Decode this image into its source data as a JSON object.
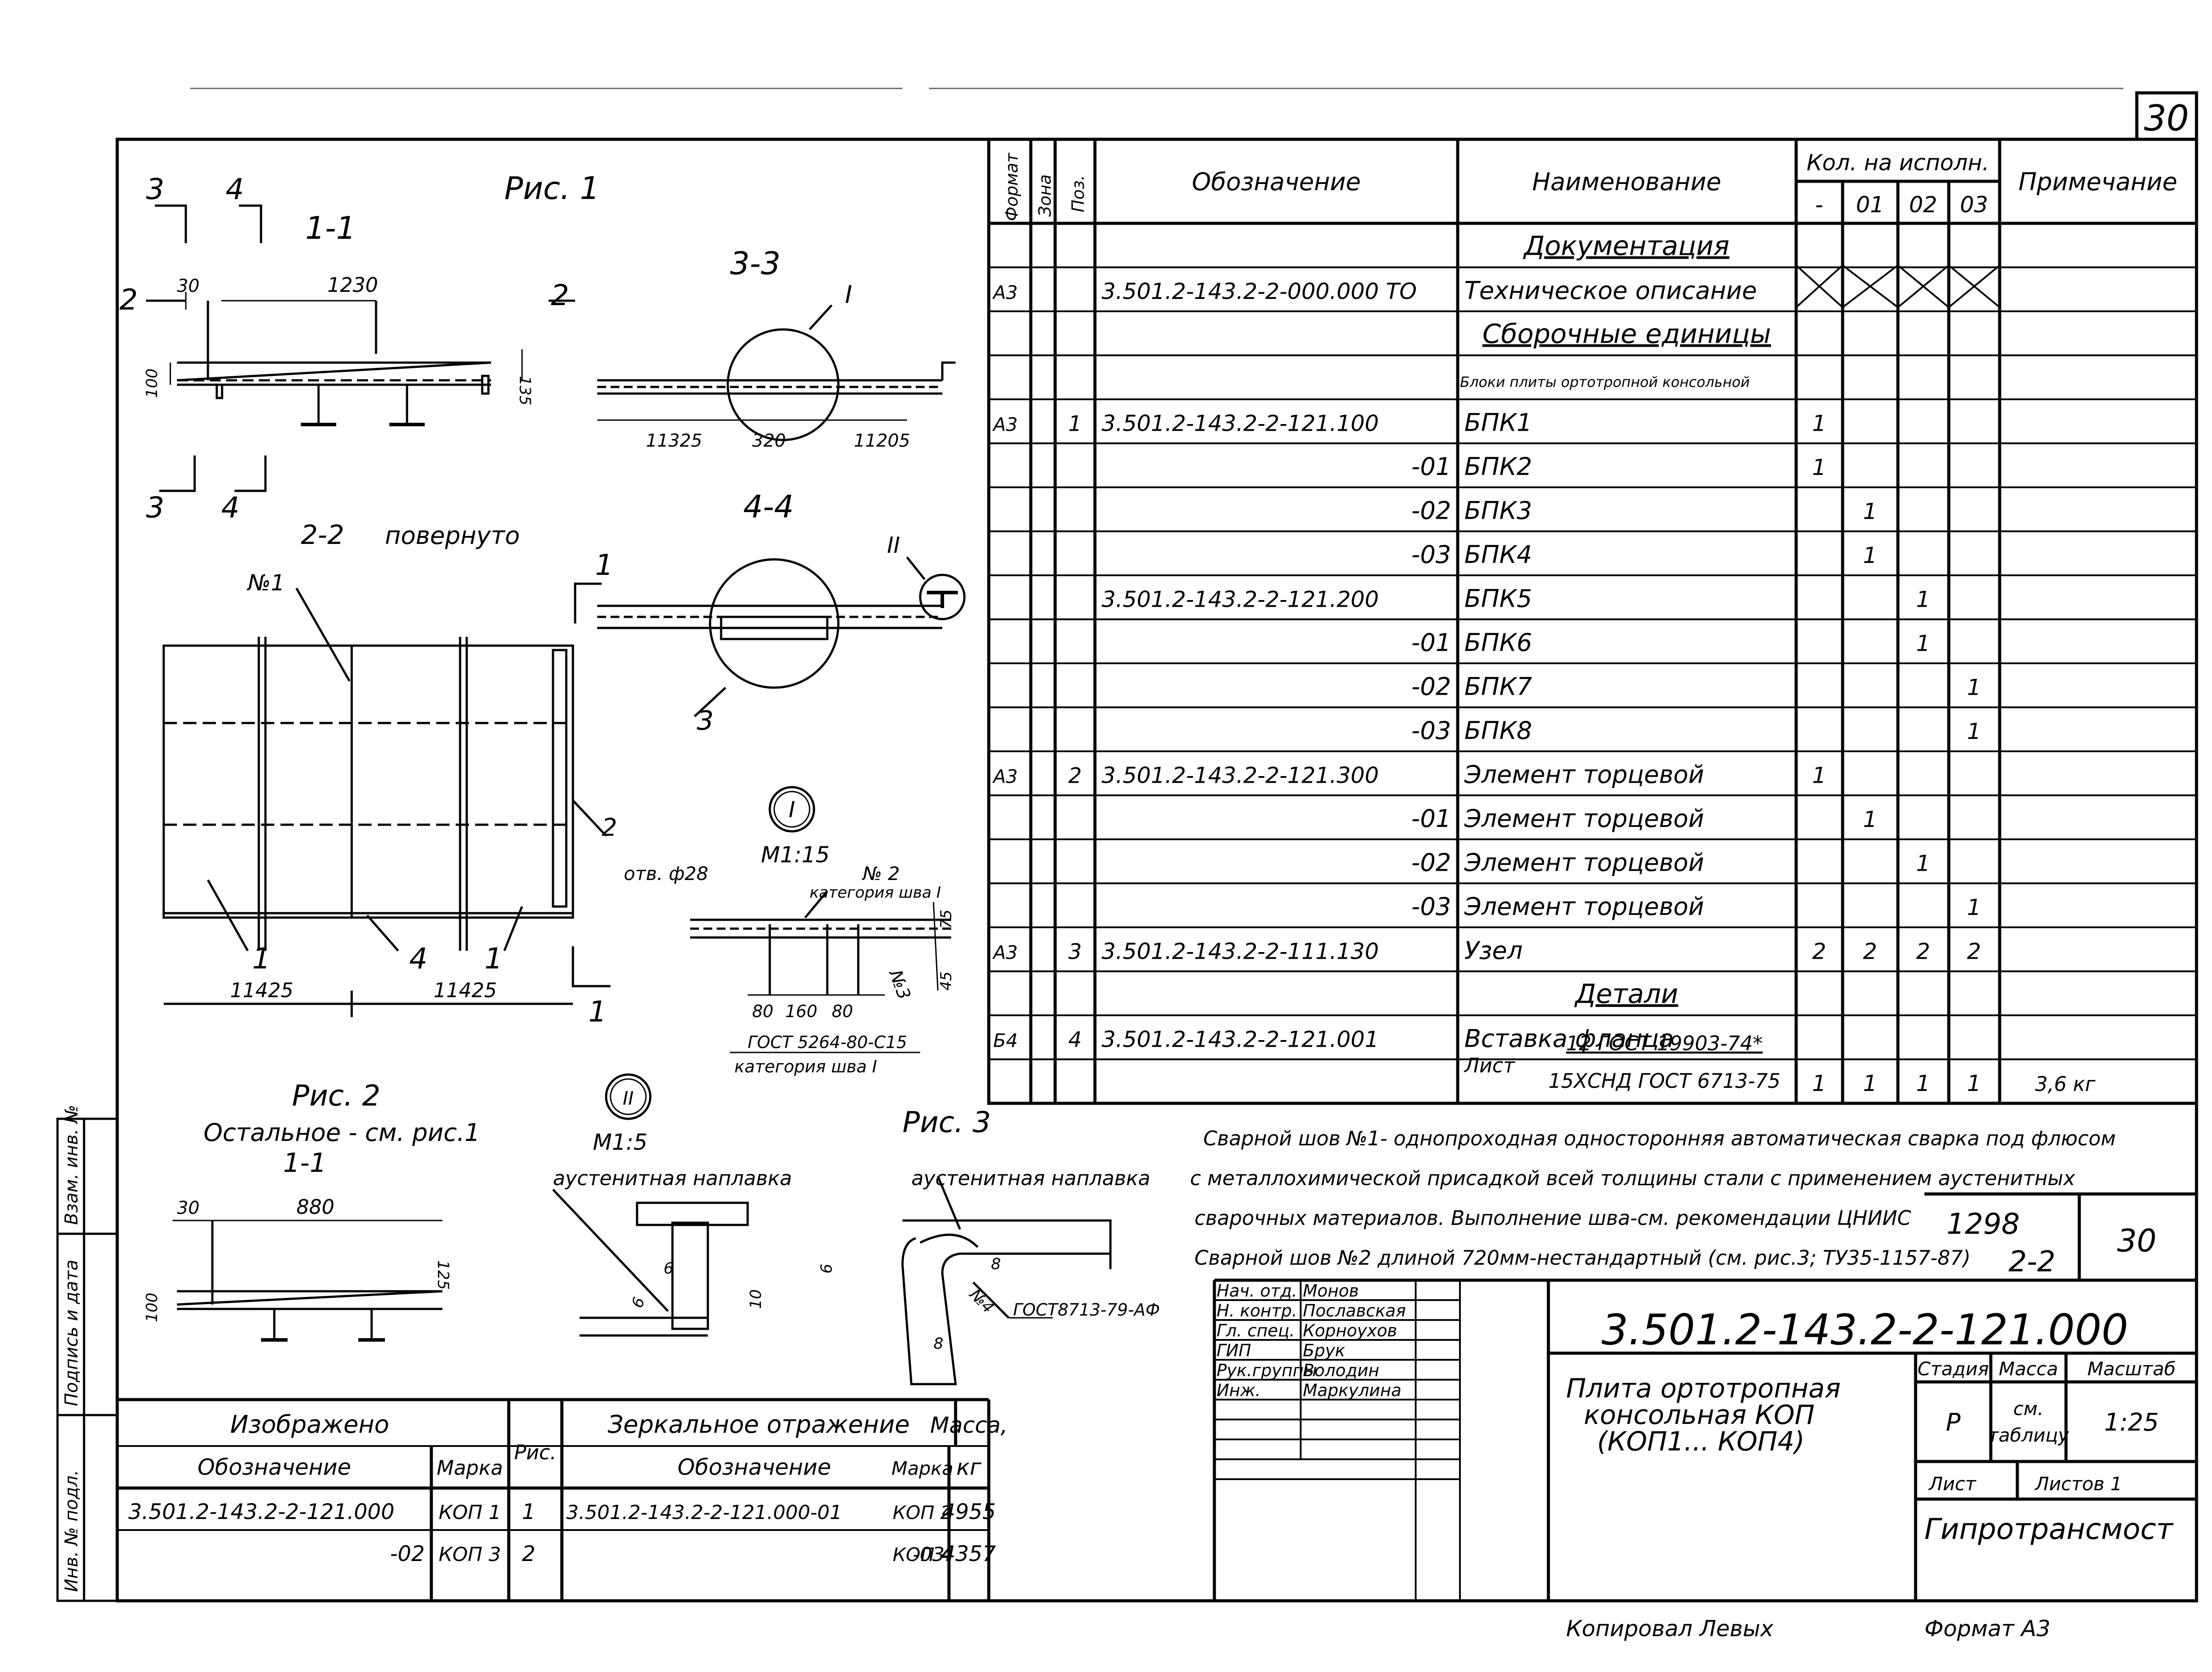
{
  "sheet_number": "30",
  "figures": {
    "fig1_title": "Рис. 1",
    "fig2_title": "Рис. 2",
    "fig2_note": "Остальное - см. рис.1",
    "fig3_title": "Рис. 3",
    "sec_1_1": "1-1",
    "sec_1_1_b": "1-1",
    "sec_2_2": "2-2",
    "sec_2_2_note": "повернуто",
    "sec_3_3": "3-3",
    "sec_4_4": "4-4",
    "cut_3": "3",
    "cut_4": "4",
    "cut_2": "2",
    "cut_1": "1",
    "dim_30": "30",
    "dim_1230": "1230",
    "dim_135": "135",
    "dim_100": "100",
    "dim_11325": "11325",
    "dim_320": "320",
    "dim_11205": "11205",
    "dim_11425_a": "11425",
    "dim_11425_b": "11425",
    "dim_880": "880",
    "dim_125": "125",
    "dim_100_b": "100",
    "dim_30_b": "30",
    "node_I": "I",
    "node_II": "II",
    "callout_no1": "№1",
    "callout_2": "2",
    "callout_3": "3",
    "callout_1a": "1",
    "callout_4": "4",
    "callout_1b": "1",
    "detail_I_scale": "М1:15",
    "detail_I_hole": "отв. ф28",
    "detail_I_weld2": "№ 2",
    "detail_I_weld2_cat": "категория шва I",
    "detail_I_d80a": "80",
    "detail_I_d160": "160",
    "detail_I_d80b": "80",
    "detail_I_d75": "75",
    "detail_I_d45": "45",
    "detail_I_weld3": "№3",
    "detail_I_gost": "ГОСТ 5264-80-С15",
    "detail_I_cat": "категория шва I",
    "detail_II_scale": "М1:5",
    "detail_II_overlay": "аустенитная наплавка",
    "detail_II_d6": "6",
    "detail_II_d6b": "6",
    "detail_II_d10": "10",
    "fig3_overlay": "аустенитная наплавка",
    "fig3_d6": "6",
    "fig3_d8": "8",
    "fig3_d8b": "8",
    "fig3_weld4": "№4",
    "fig3_gost": "ГОСТ8713-79-АФ"
  },
  "spec": {
    "headers": {
      "format": "Формат",
      "zone": "Зона",
      "pos": "Поз.",
      "designation": "Обозначение",
      "name": "Наименование",
      "qty": "Кол. на исполн.",
      "v0": "-",
      "v1": "01",
      "v2": "02",
      "v3": "03",
      "note": "Примечание"
    },
    "rows": [
      {
        "f": "",
        "p": "",
        "d": "",
        "n": "Документация",
        "q": [
          "",
          "",
          "",
          ""
        ],
        "r": "",
        "center": true
      },
      {
        "f": "А3",
        "p": "",
        "d": "3.501.2-143.2-2-000.000 ТО",
        "n": "Техническое описание",
        "q": [
          "X",
          "X",
          "X",
          "X"
        ],
        "r": ""
      },
      {
        "f": "",
        "p": "",
        "d": "",
        "n": "Сборочные единицы",
        "q": [
          "",
          "",
          "",
          ""
        ],
        "r": "",
        "center": true
      },
      {
        "f": "",
        "p": "",
        "d": "",
        "n": "Блоки плиты ортотропной консольной",
        "q": [
          "",
          "",
          "",
          ""
        ],
        "r": "",
        "small": true
      },
      {
        "f": "А3",
        "p": "1",
        "d": "3.501.2-143.2-2-121.100",
        "n": "БПК1",
        "q": [
          "1",
          "",
          "",
          ""
        ],
        "r": ""
      },
      {
        "f": "",
        "p": "",
        "d": "-01",
        "n": "БПК2",
        "q": [
          "1",
          "",
          "",
          ""
        ],
        "r": "",
        "right": true
      },
      {
        "f": "",
        "p": "",
        "d": "-02",
        "n": "БПК3",
        "q": [
          "",
          "1",
          "",
          ""
        ],
        "r": "",
        "right": true
      },
      {
        "f": "",
        "p": "",
        "d": "-03",
        "n": "БПК4",
        "q": [
          "",
          "1",
          "",
          ""
        ],
        "r": "",
        "right": true
      },
      {
        "f": "",
        "p": "",
        "d": "3.501.2-143.2-2-121.200",
        "n": "БПК5",
        "q": [
          "",
          "",
          "1",
          ""
        ],
        "r": ""
      },
      {
        "f": "",
        "p": "",
        "d": "-01",
        "n": "БПК6",
        "q": [
          "",
          "",
          "1",
          ""
        ],
        "r": "",
        "right": true
      },
      {
        "f": "",
        "p": "",
        "d": "-02",
        "n": "БПК7",
        "q": [
          "",
          "",
          "",
          "1"
        ],
        "r": "",
        "right": true
      },
      {
        "f": "",
        "p": "",
        "d": "-03",
        "n": "БПК8",
        "q": [
          "",
          "",
          "",
          "1"
        ],
        "r": "",
        "right": true
      },
      {
        "f": "А3",
        "p": "2",
        "d": "3.501.2-143.2-2-121.300",
        "n": "Элемент торцевой",
        "q": [
          "1",
          "",
          "",
          ""
        ],
        "r": ""
      },
      {
        "f": "",
        "p": "",
        "d": "-01",
        "n": "Элемент торцевой",
        "q": [
          "",
          "1",
          "",
          ""
        ],
        "r": "",
        "right": true
      },
      {
        "f": "",
        "p": "",
        "d": "-02",
        "n": "Элемент торцевой",
        "q": [
          "",
          "",
          "1",
          ""
        ],
        "r": "",
        "right": true
      },
      {
        "f": "",
        "p": "",
        "d": "-03",
        "n": "Элемент торцевой",
        "q": [
          "",
          "",
          "",
          "1"
        ],
        "r": "",
        "right": true
      },
      {
        "f": "А3",
        "p": "3",
        "d": "3.501.2-143.2-2-111.130",
        "n": "Узел",
        "q": [
          "2",
          "2",
          "2",
          "2"
        ],
        "r": ""
      },
      {
        "f": "",
        "p": "",
        "d": "",
        "n": "Детали",
        "q": [
          "",
          "",
          "",
          ""
        ],
        "r": "",
        "center": true
      },
      {
        "f": "Б4",
        "p": "4",
        "d": "3.501.2-143.2-2-121.001",
        "n": "Вставка фланца",
        "q": [
          "",
          "",
          "",
          ""
        ],
        "r": ""
      },
      {
        "f": "",
        "p": "",
        "d": "",
        "n": "",
        "q": [
          "1",
          "1",
          "1",
          "1"
        ],
        "r": "3,6 кг",
        "material": true
      }
    ],
    "material": {
      "sheet_word": "Лист",
      "top": "12 ГОСТ 19903-74*",
      "bottom": "15ХСНД ГОСТ 6713-75"
    }
  },
  "notes": {
    "line1": "Сварной шов №1- однопроходная односторонняя автоматическая сварка под флюсом",
    "line2": "с металлохимической присадкой всей толщины стали с применением аустенитных",
    "line3": "сварочных материалов. Выполнение шва-см. рекомендации ЦНИИС",
    "line4": "Сварной шов №2 длиной 720мм-нестандартный (см. рис.3; ТУ35-1157-87)"
  },
  "album": {
    "top": "1298",
    "bottom": "2-2",
    "sheet": "30"
  },
  "title_block": {
    "code": "3.501.2-143.2-2-121.000",
    "name1": "Плита ортотропная",
    "name2": "консольная КОП",
    "name3": "(КОП1... КОП4)",
    "stage_h": "Стадия",
    "mass_h": "Масса",
    "scale_h": "Масштаб",
    "stage": "Р",
    "mass1": "см.",
    "mass2": "таблицу",
    "scale": "1:25",
    "sheet_h": "Лист",
    "sheets_h": "Листов 1",
    "org": "Гипротрансмост",
    "staff": [
      {
        "role": "Нач. отд.",
        "name": "Монов"
      },
      {
        "role": "Н. контр.",
        "name": "Пославская"
      },
      {
        "role": "Гл. спец.",
        "name": "Корноухов"
      },
      {
        "role": "ГИП",
        "name": "Брук"
      },
      {
        "role": "Рук.группы",
        "name": "Володин"
      },
      {
        "role": "Инж.",
        "name": "Маркулина"
      }
    ]
  },
  "marks_table": {
    "h_shown": "Изображено",
    "h_fig": "Рис.",
    "h_mirror": "Зеркальное отражение",
    "h_mass": "Масса,",
    "h_desig": "Обозначение",
    "h_mark": "Марка",
    "h_desig2": "Обозначение",
    "h_mark2": "Марка",
    "h_kg": "кг",
    "rows": [
      {
        "d": "3.501.2-143.2-2-121.000",
        "m": "КОП 1",
        "f": "1",
        "d2": "3.501.2-143.2-2-121.000-01",
        "m2": "КОП 2",
        "mass": "4955"
      },
      {
        "d": "-02",
        "m": "КОП 3",
        "f": "2",
        "d2": "-03",
        "m2": "КОП 4",
        "mass": "4357"
      }
    ]
  },
  "side_stamps": {
    "s1": "Взам. инв. №",
    "s2": "Подпись и дата",
    "s3": "Инв. № подл."
  },
  "footer": {
    "copied": "Копировал Левых",
    "format": "Формат А3"
  }
}
